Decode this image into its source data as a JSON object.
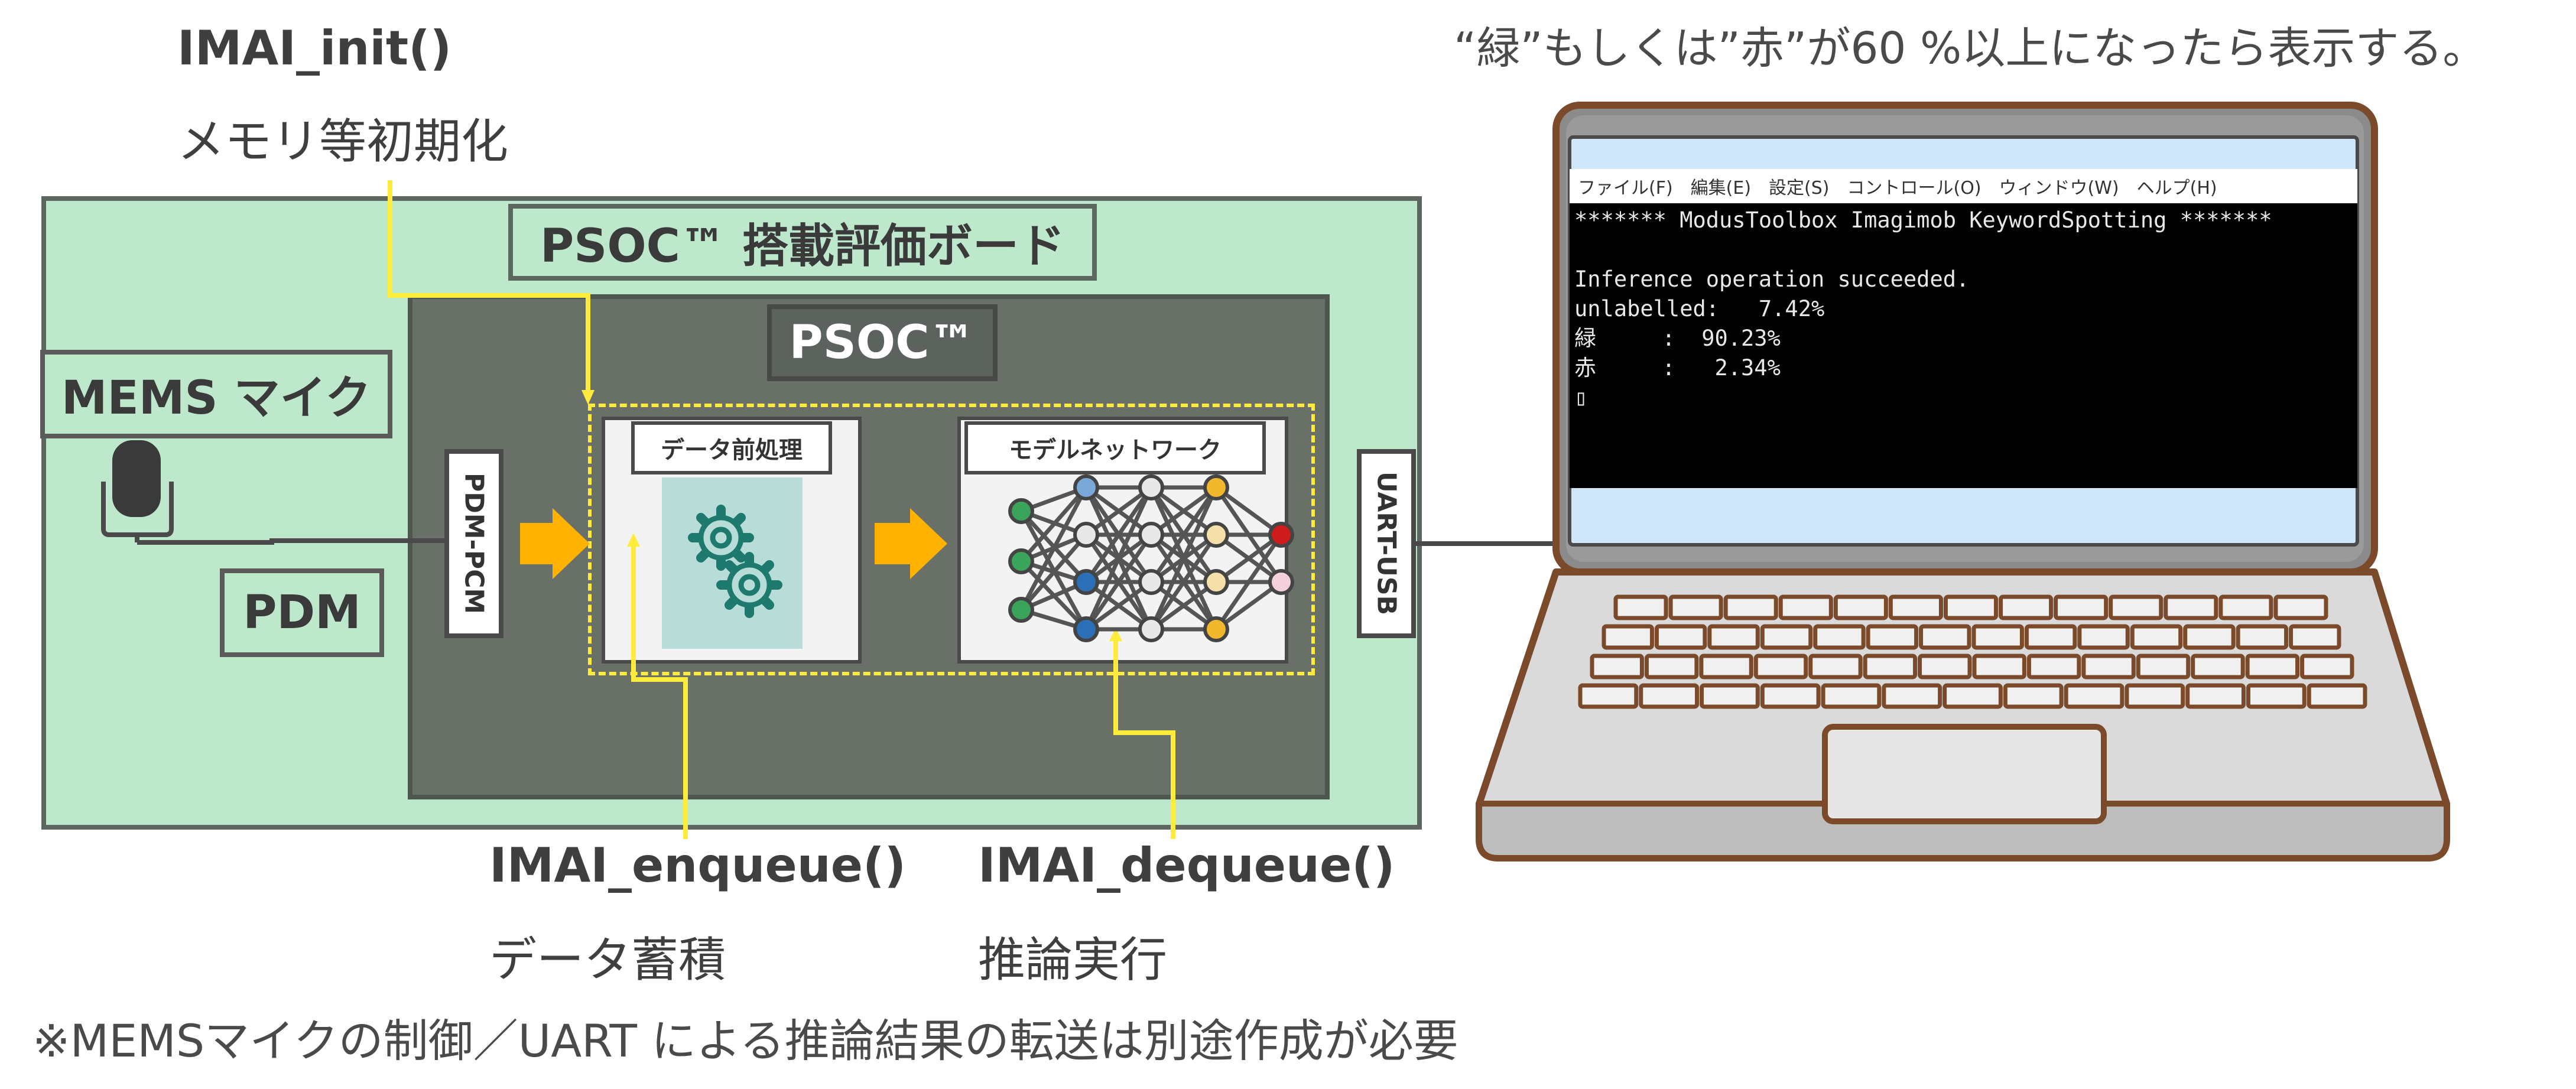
{
  "top_note": "“緑”もしくは”赤”が60 %以上になったら表示する。",
  "init": {
    "func": "IMAI_init()",
    "desc": "メモリ等初期化"
  },
  "board": {
    "label": "PSOC™ 搭載評価ボード"
  },
  "psoc": {
    "label": "PSOC™"
  },
  "mic": {
    "label": "MEMS マイク"
  },
  "pdm": {
    "label": "PDM"
  },
  "pdm_pcm": {
    "label": "PDM-PCM"
  },
  "uart_usb": {
    "label": "UART-USB"
  },
  "preprocess": {
    "title": "データ前処理"
  },
  "model": {
    "title": "モデルネットワーク"
  },
  "enqueue": {
    "func": "IMAI_enqueue()",
    "desc": "データ蓄積"
  },
  "dequeue": {
    "func": "IMAI_dequeue()",
    "desc": "推論実行"
  },
  "footnote": "※MEMSマイクの制御／UART による推論結果の転送は別途作成が必要",
  "terminal": {
    "menu": [
      "ファイル(F)",
      "編集(E)",
      "設定(S)",
      "コントロール(O)",
      "ウィンドウ(W)",
      "ヘルプ(H)"
    ],
    "lines": [
      "******* ModusToolbox Imagimob KeywordSpotting *******",
      "",
      "Inference operation succeeded.",
      "unlabelled:   7.42%",
      "緑     :  90.23%",
      "赤     :   2.34%",
      "▯"
    ]
  },
  "colors": {
    "board_fill": "#bde8cc",
    "psoc_fill": "#687068",
    "callout_yellow": "#ffeb3b",
    "arrow_orange": "#ffb300",
    "laptop_outline": "#7a4a2a",
    "screen_blue": "#cfe6f8"
  }
}
